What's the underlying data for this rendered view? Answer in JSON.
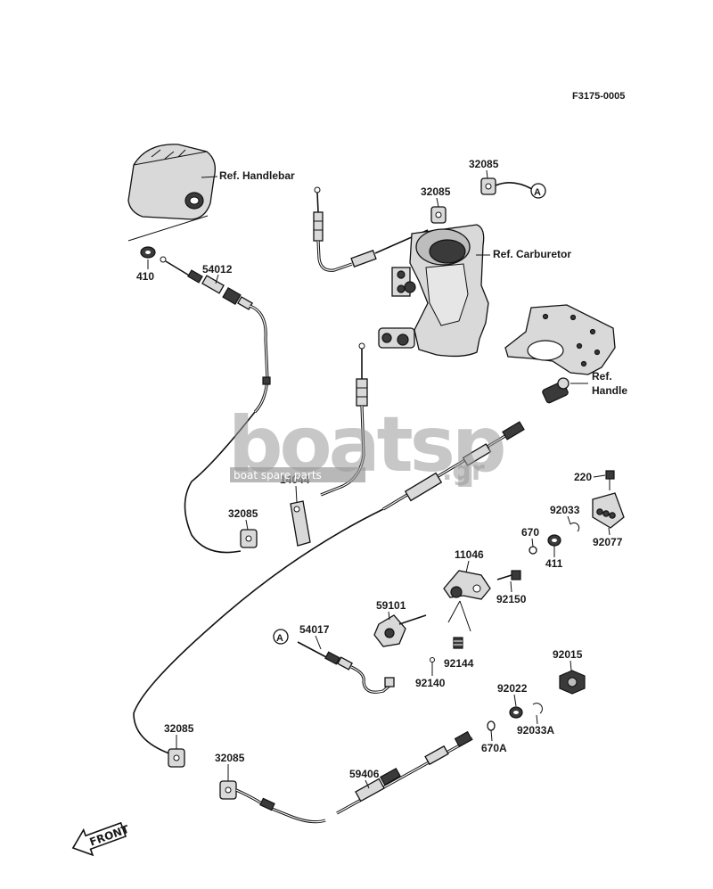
{
  "figure_code": "F3175-0005",
  "refs": {
    "handlebar": "Ref. Handlebar",
    "carburetor": "Ref. Carburetor",
    "handle_line1": "Ref.",
    "handle_line2": "Handle"
  },
  "callout_a": "A",
  "front_label": "FRONT",
  "watermark": {
    "brand": "boatsp",
    "tagline": "boat spare parts",
    "suffix": ".gr"
  },
  "parts": {
    "p410": "410",
    "p54012": "54012",
    "p32085_top1": "32085",
    "p32085_top2": "32085",
    "p14044": "14044",
    "p32085_mid": "32085",
    "p220": "220",
    "p92033": "92033",
    "p92077": "92077",
    "p670": "670",
    "p411": "411",
    "p11046": "11046",
    "p92150": "92150",
    "p59101": "59101",
    "p54017": "54017",
    "p92144": "92144",
    "p92140": "92140",
    "p92015": "92015",
    "p92022": "92022",
    "p92033A": "92033A",
    "p670A": "670A",
    "p32085_bot1": "32085",
    "p32085_bot2": "32085",
    "p59406": "59406"
  }
}
